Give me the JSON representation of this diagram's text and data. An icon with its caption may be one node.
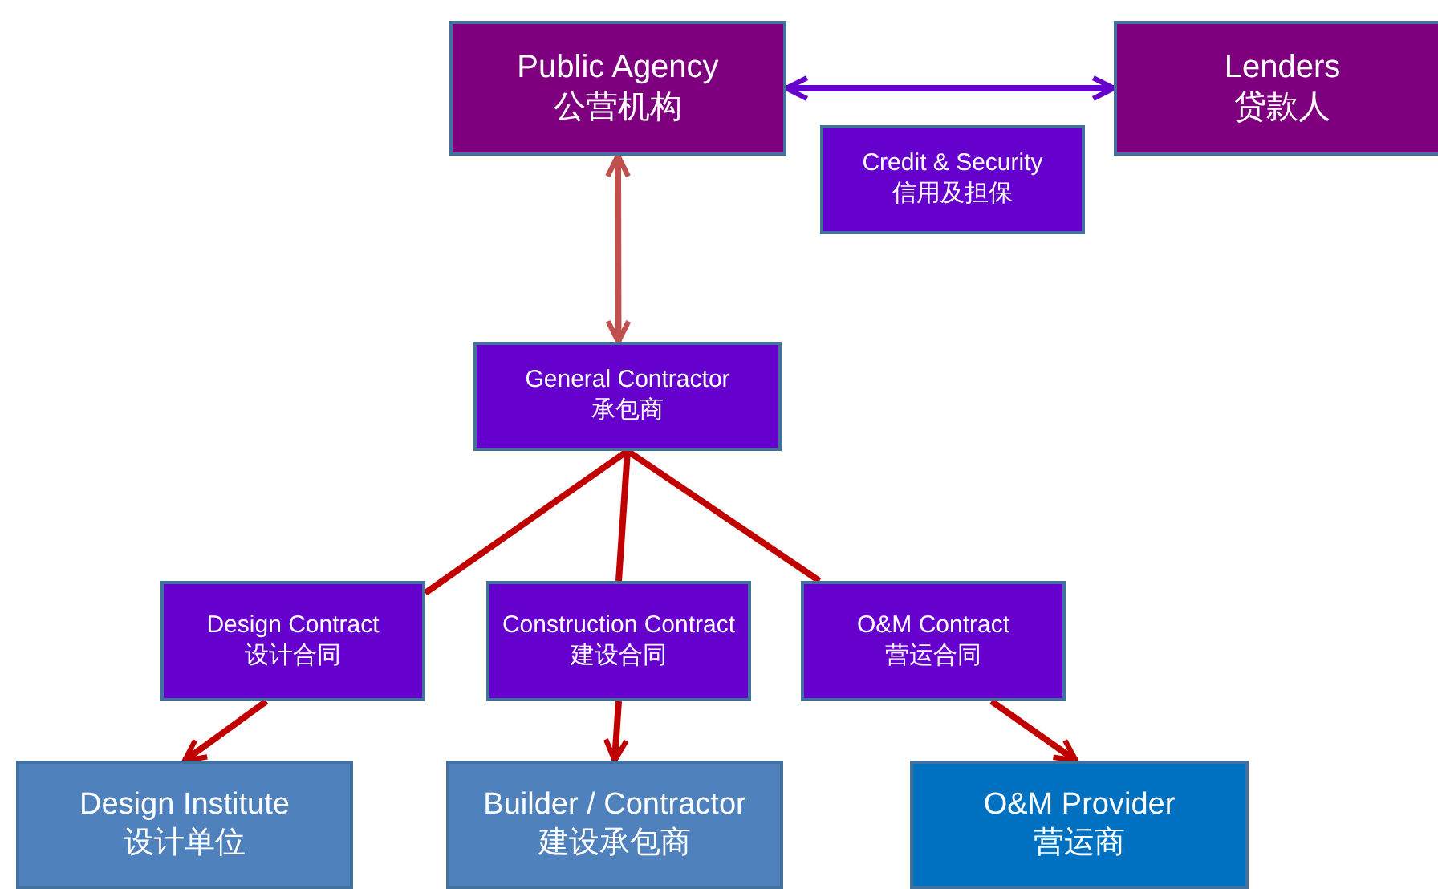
{
  "diagram": {
    "nodes": [
      {
        "text": [
          "Public Agency",
          "公营机构"
        ]
      },
      {
        "text": [
          "Lenders",
          "贷款人"
        ]
      },
      {
        "text": [
          "Credit & Security",
          "信用及担保"
        ]
      },
      {
        "text": [
          "General Contractor",
          "承包商"
        ]
      },
      {
        "text": [
          "Design Contract",
          "设计合同"
        ]
      },
      {
        "text": [
          "Construction Contract",
          "建设合同"
        ]
      },
      {
        "text": [
          "O&M Contract",
          "营运合同"
        ]
      },
      {
        "text": [
          "Design Institute",
          "设计单位"
        ]
      },
      {
        "text": [
          "Builder / Contractor",
          "建设承包商"
        ]
      },
      {
        "text": [
          "O&M Provider",
          "营运商"
        ]
      }
    ],
    "edges": [
      {
        "from": 0,
        "to": 1,
        "arrow": "both",
        "color": "#6600cc"
      },
      {
        "from": 0,
        "to": 3,
        "arrow": "both",
        "color": "#c0504d"
      },
      {
        "from": 3,
        "to": 4,
        "arrow": "none"
      },
      {
        "from": 3,
        "to": 5,
        "arrow": "none"
      },
      {
        "from": 3,
        "to": 6,
        "arrow": "none"
      },
      {
        "from": 4,
        "to": 7,
        "arrow": "to"
      },
      {
        "from": 5,
        "to": 8,
        "arrow": "to"
      },
      {
        "from": 6,
        "to": 9,
        "arrow": "to"
      }
    ]
  }
}
